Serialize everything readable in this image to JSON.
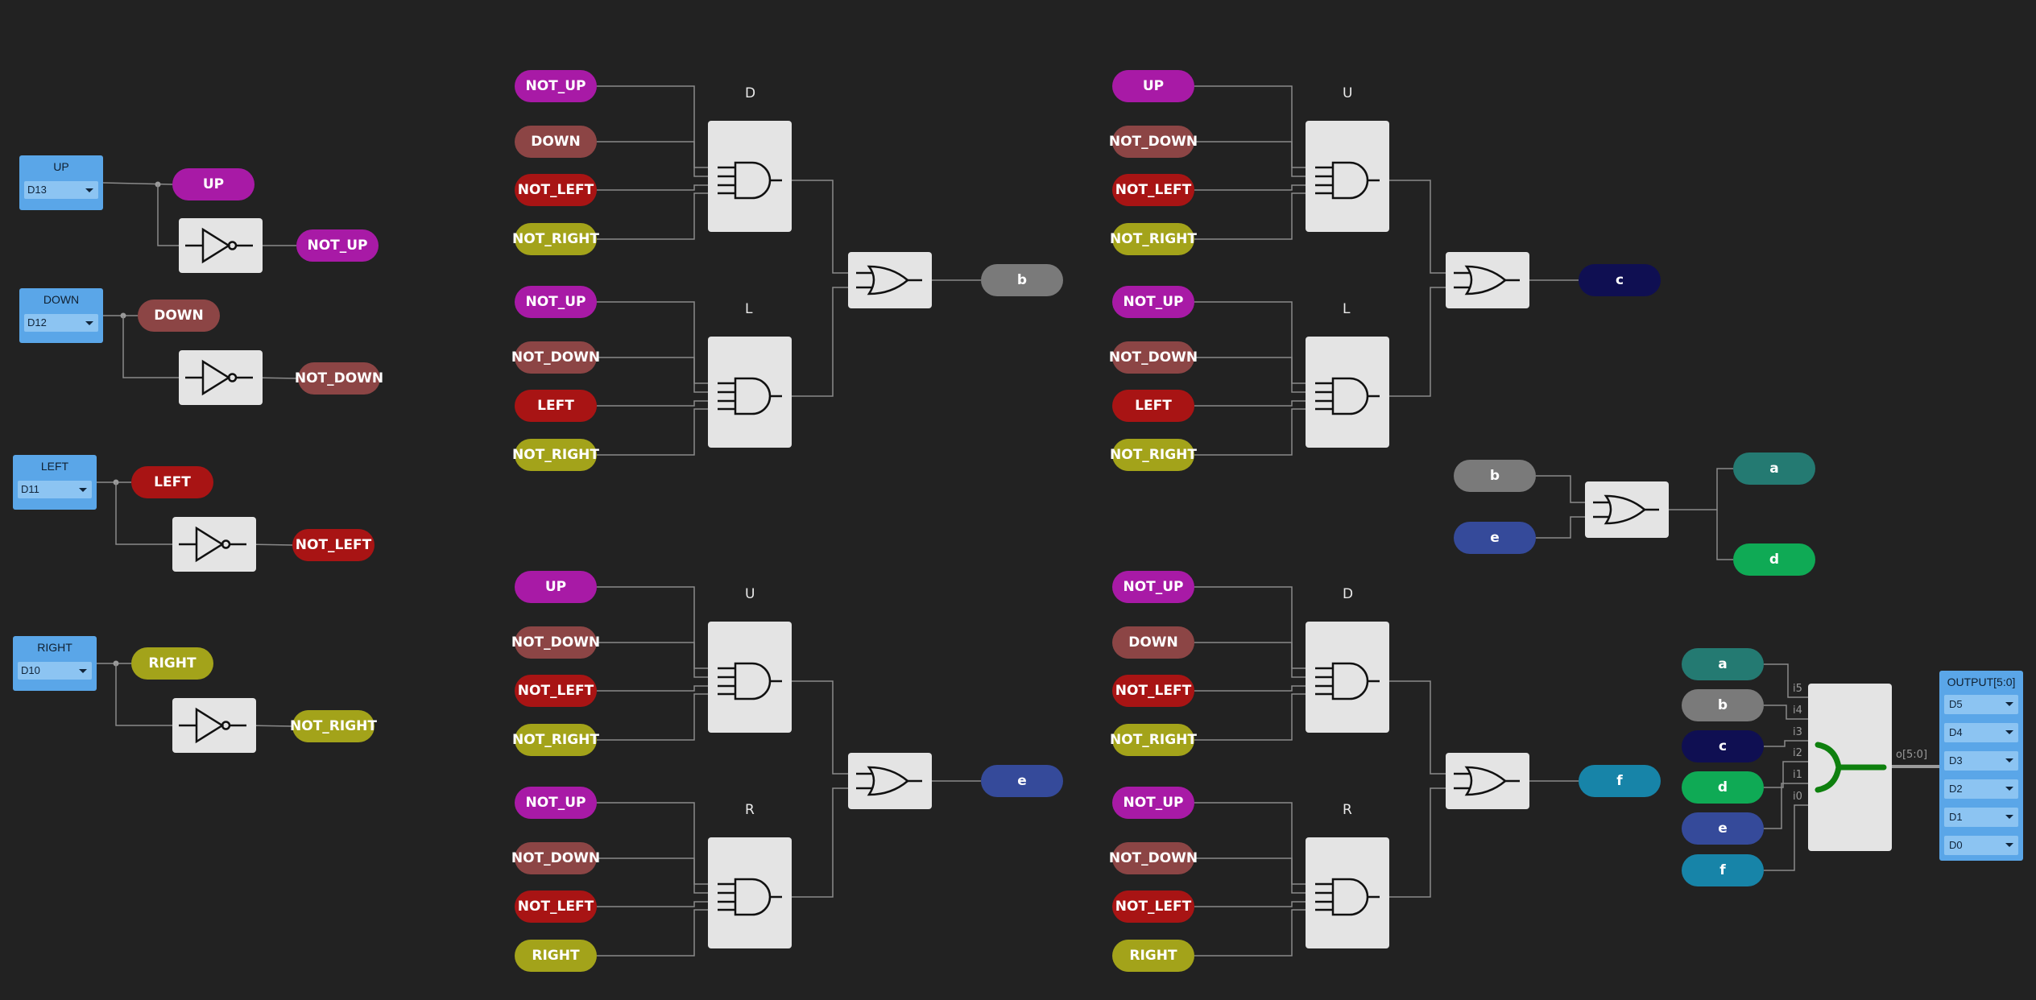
{
  "colors": {
    "UP": "#a81aa6",
    "NOT_UP": "#a81aa6",
    "DOWN": "#8c4545",
    "NOT_DOWN": "#8c4545",
    "LEFT": "#a81414",
    "NOT_LEFT": "#a81414",
    "RIGHT": "#a3a31a",
    "NOT_RIGHT": "#a3a31a",
    "a": "#247a72",
    "b": "#7a7a7a",
    "c": "#0f0f52",
    "d": "#0faa55",
    "e": "#354a9a",
    "f": "#1784a8",
    "wire": "#8a8a8a",
    "node": "#9a9a9a",
    "merger": "#0e800e"
  },
  "inputs": [
    {
      "label": "UP",
      "pin": "D13",
      "tag": "UP",
      "not_tag": "NOT_UP"
    },
    {
      "label": "DOWN",
      "pin": "D12",
      "tag": "DOWN",
      "not_tag": "NOT_DOWN"
    },
    {
      "label": "LEFT",
      "pin": "D11",
      "tag": "LEFT",
      "not_tag": "NOT_LEFT"
    },
    {
      "label": "RIGHT",
      "pin": "D10",
      "tag": "RIGHT",
      "not_tag": "NOT_RIGHT"
    }
  ],
  "groups": [
    {
      "output": "b",
      "ands": [
        {
          "label": "D",
          "inputs": [
            "NOT_UP",
            "DOWN",
            "NOT_LEFT",
            "NOT_RIGHT"
          ]
        },
        {
          "label": "L",
          "inputs": [
            "NOT_UP",
            "NOT_DOWN",
            "LEFT",
            "NOT_RIGHT"
          ]
        }
      ]
    },
    {
      "output": "c",
      "ands": [
        {
          "label": "U",
          "inputs": [
            "UP",
            "NOT_DOWN",
            "NOT_LEFT",
            "NOT_RIGHT"
          ]
        },
        {
          "label": "L",
          "inputs": [
            "NOT_UP",
            "NOT_DOWN",
            "LEFT",
            "NOT_RIGHT"
          ]
        }
      ]
    },
    {
      "output": "e",
      "ands": [
        {
          "label": "U",
          "inputs": [
            "UP",
            "NOT_DOWN",
            "NOT_LEFT",
            "NOT_RIGHT"
          ]
        },
        {
          "label": "R",
          "inputs": [
            "NOT_UP",
            "NOT_DOWN",
            "NOT_LEFT",
            "RIGHT"
          ]
        }
      ]
    },
    {
      "output": "f",
      "ands": [
        {
          "label": "D",
          "inputs": [
            "NOT_UP",
            "DOWN",
            "NOT_LEFT",
            "NOT_RIGHT"
          ]
        },
        {
          "label": "R",
          "inputs": [
            "NOT_UP",
            "NOT_DOWN",
            "NOT_LEFT",
            "RIGHT"
          ]
        }
      ]
    }
  ],
  "or_be": {
    "inputs": [
      "b",
      "e"
    ],
    "outputs": [
      "a",
      "d"
    ]
  },
  "merger": {
    "inputs": [
      "a",
      "b",
      "c",
      "d",
      "e",
      "f"
    ],
    "pins": [
      "i5",
      "i4",
      "i3",
      "i2",
      "i1",
      "i0"
    ],
    "out_label": "o[5:0]"
  },
  "output": {
    "title": "OUTPUT[5:0]",
    "pins": [
      "D5",
      "D4",
      "D3",
      "D2",
      "D1",
      "D0"
    ]
  }
}
